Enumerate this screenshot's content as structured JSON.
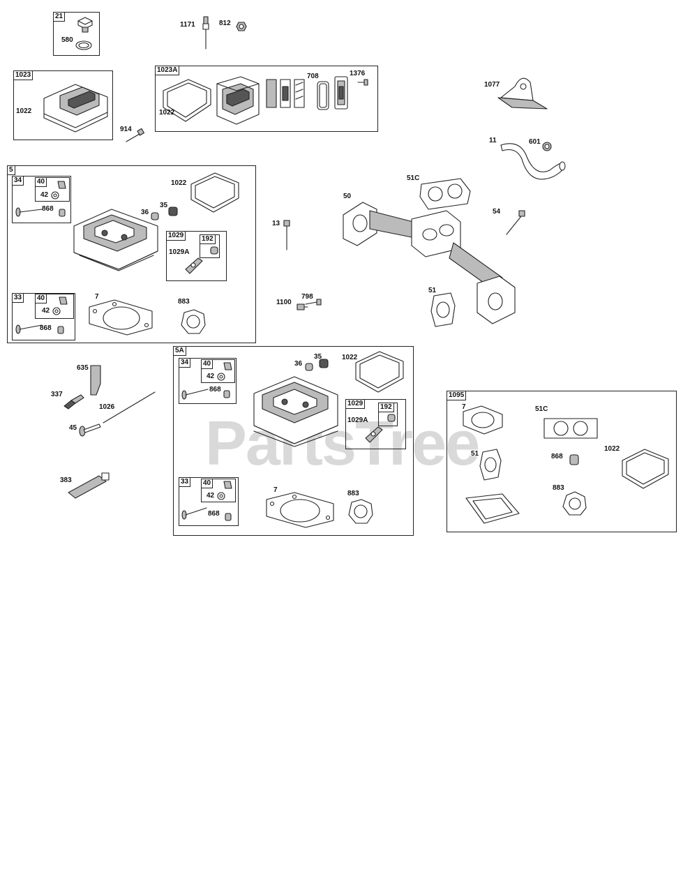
{
  "watermark": "PartsTree",
  "diagram": {
    "groups": {
      "g21": "21",
      "g1023": "1023",
      "g1023a": "1023A",
      "g5": "5",
      "g5_34": "34",
      "g5_34_40": "40",
      "g5_1029": "1029",
      "g5_1029_192": "192",
      "g5_33": "33",
      "g5_33_40": "40",
      "g5a": "5A",
      "g5a_34": "34",
      "g5a_34_40": "40",
      "g5a_1029": "1029",
      "g5a_1029_192": "192",
      "g5a_33": "33",
      "g5a_33_40": "40",
      "g1095": "1095"
    },
    "labels": {
      "l580": "580",
      "l1171": "1171",
      "l812": "812",
      "l1022_a": "1022",
      "l914": "914",
      "l1022_b": "1022",
      "l708": "708",
      "l1376": "1376",
      "l1077": "1077",
      "l11": "11",
      "l601": "601",
      "l5_42": "42",
      "l5_868": "868",
      "l5_1022": "1022",
      "l5_36": "36",
      "l5_35": "35",
      "l5_1029a": "1029A",
      "l5_33_42": "42",
      "l5_33_868": "868",
      "l5_7": "7",
      "l5_883": "883",
      "l13": "13",
      "l51c": "51C",
      "l50": "50",
      "l54": "54",
      "l1100": "1100",
      "l798": "798",
      "l51": "51",
      "l635": "635",
      "l337": "337",
      "l1026": "1026",
      "l45": "45",
      "l383": "383",
      "l5a_42": "42",
      "l5a_868": "868",
      "l5a_36": "36",
      "l5a_35": "35",
      "l5a_1022": "1022",
      "l5a_1029a": "1029A",
      "l5a_33_42": "42",
      "l5a_33_868": "868",
      "l5a_7": "7",
      "l5a_883": "883",
      "l1095_7": "7",
      "l1095_51c": "51C",
      "l1095_51": "51",
      "l1095_868": "868",
      "l1095_1022": "1022",
      "l1095_883": "883"
    }
  }
}
